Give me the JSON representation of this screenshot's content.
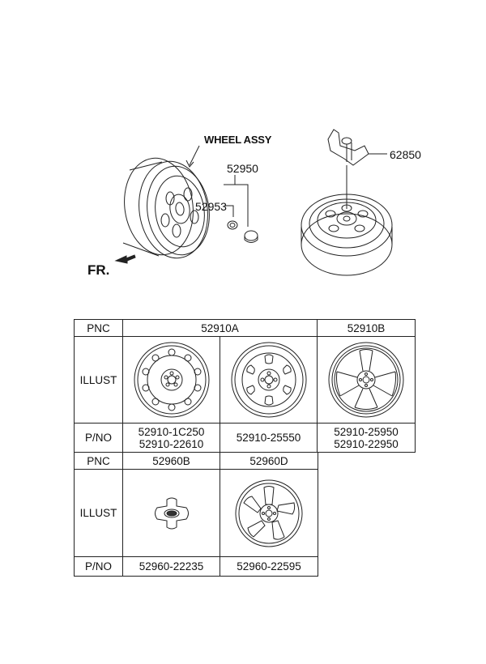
{
  "diagram": {
    "wheel_assy_label": "WHEEL ASSY",
    "front_label": "FR.",
    "callouts": {
      "nut_set": "52950",
      "nut": "52953",
      "carrier": "62850"
    }
  },
  "table1": {
    "header_pnc": "PNC",
    "header_illust": "ILLUST",
    "header_pno": "P/NO",
    "col_a": "52910A",
    "col_b": "52910B",
    "pno_1_line1": "52910-1C250",
    "pno_1_line2": "52910-22610",
    "pno_2": "52910-25550",
    "pno_3_line1": "52910-25950",
    "pno_3_line2": "52910-22950"
  },
  "table2": {
    "header_pnc": "PNC",
    "header_illust": "ILLUST",
    "header_pno": "P/NO",
    "col_1": "52960B",
    "col_2": "52960D",
    "pno_1": "52960-22235",
    "pno_2": "52960-22595"
  }
}
